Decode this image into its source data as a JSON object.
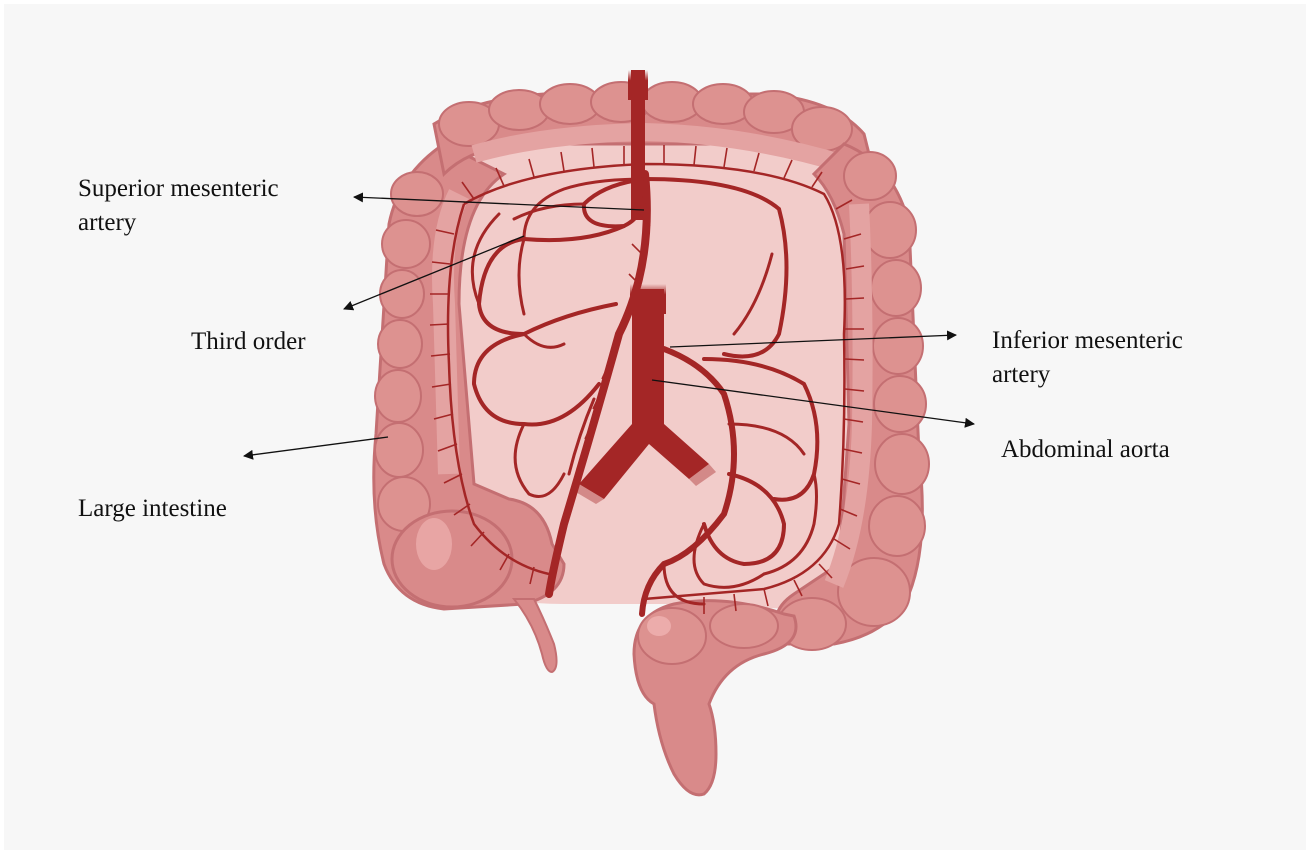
{
  "labels": {
    "superior_mesenteric_line1": "Superior mesenteric",
    "superior_mesenteric_line2": "artery",
    "third_order": "Third order",
    "large_intestine": "Large intestine",
    "inferior_mesenteric_line1": "Inferior mesenteric",
    "inferior_mesenteric_line2": "artery",
    "abdominal_aorta": "Abdominal aorta"
  },
  "colors": {
    "background": "#f7f7f7",
    "intestine_fill": "#d98a8a",
    "intestine_shade": "#c46f72",
    "intestine_highlight": "#f2b8b6",
    "mesentery": "#f1c4c2",
    "artery": "#a42626",
    "artery_dark": "#8c1c1c",
    "arrow": "#111111"
  }
}
